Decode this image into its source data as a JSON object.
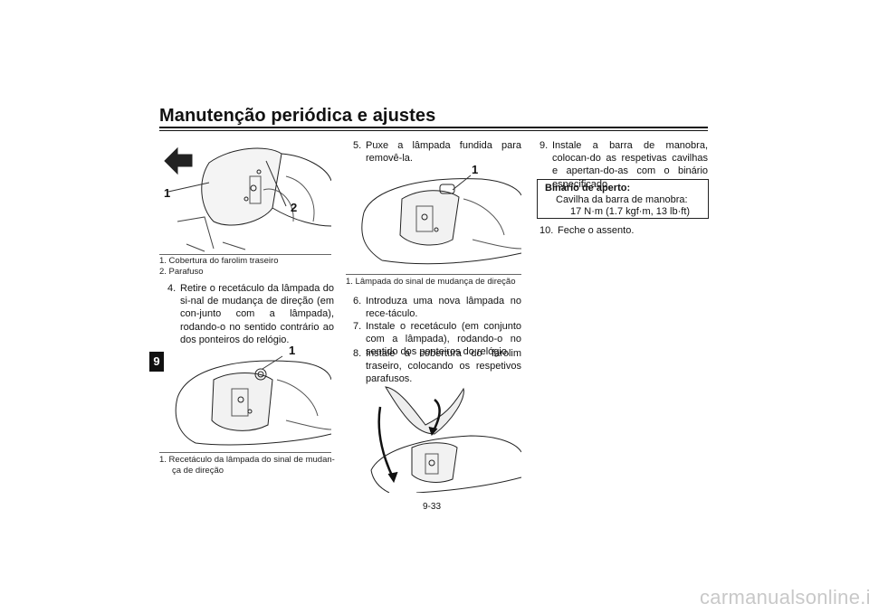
{
  "header": {
    "title": "Manutenção periódica e ajustes"
  },
  "chapter_tab": "9",
  "figures": {
    "fig1": {
      "callouts": [
        "1",
        "2"
      ],
      "captions": [
        "1.  Cobertura do farolim traseiro",
        "2.  Parafuso"
      ]
    },
    "fig2": {
      "callouts": [
        "1"
      ],
      "captions": [
        "1.  Recetáculo da lâmpada do sinal de mudan-",
        "ça de direção"
      ]
    },
    "fig3": {
      "callouts": [
        "1"
      ],
      "captions": [
        "1.  Lâmpada do sinal de mudança de direção"
      ]
    }
  },
  "steps": {
    "s4": {
      "num": "4.",
      "text": "Retire o recetáculo da lâmpada do si-nal de mudança de direção (em con-junto com a lâmpada), rodando-o no sentido contrário ao dos ponteiros do relógio."
    },
    "s5": {
      "num": "5.",
      "text": "Puxe a lâmpada fundida para removê-la."
    },
    "s6": {
      "num": "6.",
      "text": "Introduza uma nova lâmpada no rece-táculo."
    },
    "s7": {
      "num": "7.",
      "text": "Instale o recetáculo (em conjunto com a lâmpada), rodando-o no sentido dos ponteiros do relógio."
    },
    "s8": {
      "num": "8.",
      "text": "Instale a cobertura do farolim traseiro, colocando os respetivos parafusos."
    },
    "s9": {
      "num": "9.",
      "text": "Instale a barra de manobra, colocan-do as respetivas cavilhas e apertan-do-as com o binário especificado."
    },
    "s10": {
      "num": "10.",
      "text": "Feche o assento."
    }
  },
  "torque_spec": {
    "heading": "Binário de aperto:",
    "item": "Cavilha da barra de manobra:",
    "value": "17 N·m (1.7 kgf·m, 13 lb·ft)"
  },
  "page_number": "9-33",
  "watermark": "carmanualsonline.info"
}
